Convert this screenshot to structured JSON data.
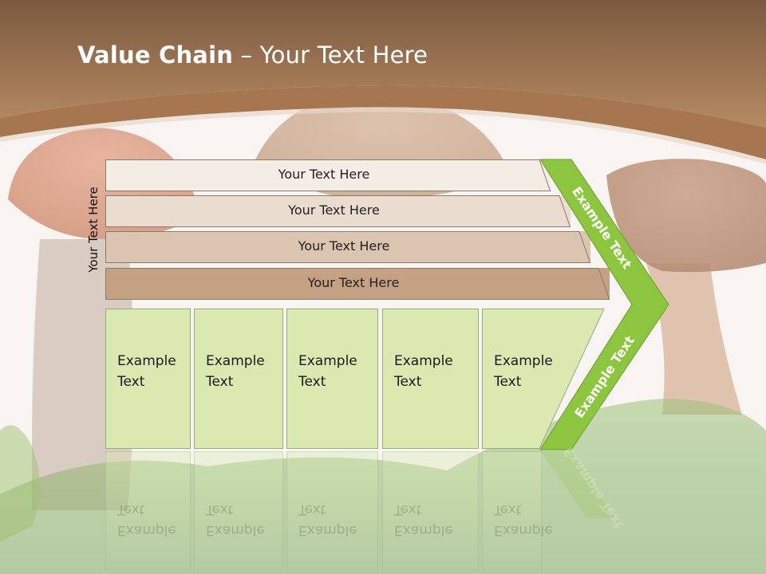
{
  "title": {
    "bold": "Value Chain",
    "rest": " – Your Text Here"
  },
  "side_label": "Your Text Here",
  "bars": [
    {
      "label": "Your Text Here",
      "color": "#f3ede6"
    },
    {
      "label": "Your Text Here",
      "color": "#eaddd0"
    },
    {
      "label": "Your Text Here",
      "color": "#dbc4b0"
    },
    {
      "label": "Your Text Here",
      "color": "#c4a183"
    }
  ],
  "columns": [
    {
      "line1": "Example",
      "line2": "Text"
    },
    {
      "line1": "Example",
      "line2": "Text"
    },
    {
      "line1": "Example",
      "line2": "Text"
    },
    {
      "line1": "Example",
      "line2": "Text"
    },
    {
      "line1": "Example",
      "line2": "Text"
    }
  ],
  "arrow": {
    "upper_label": "Example Text",
    "lower_label": "Example Text",
    "color": "#8cc63f"
  },
  "colors": {
    "header_brown": "#a77a55",
    "column_fill": "#d9e9b0"
  }
}
